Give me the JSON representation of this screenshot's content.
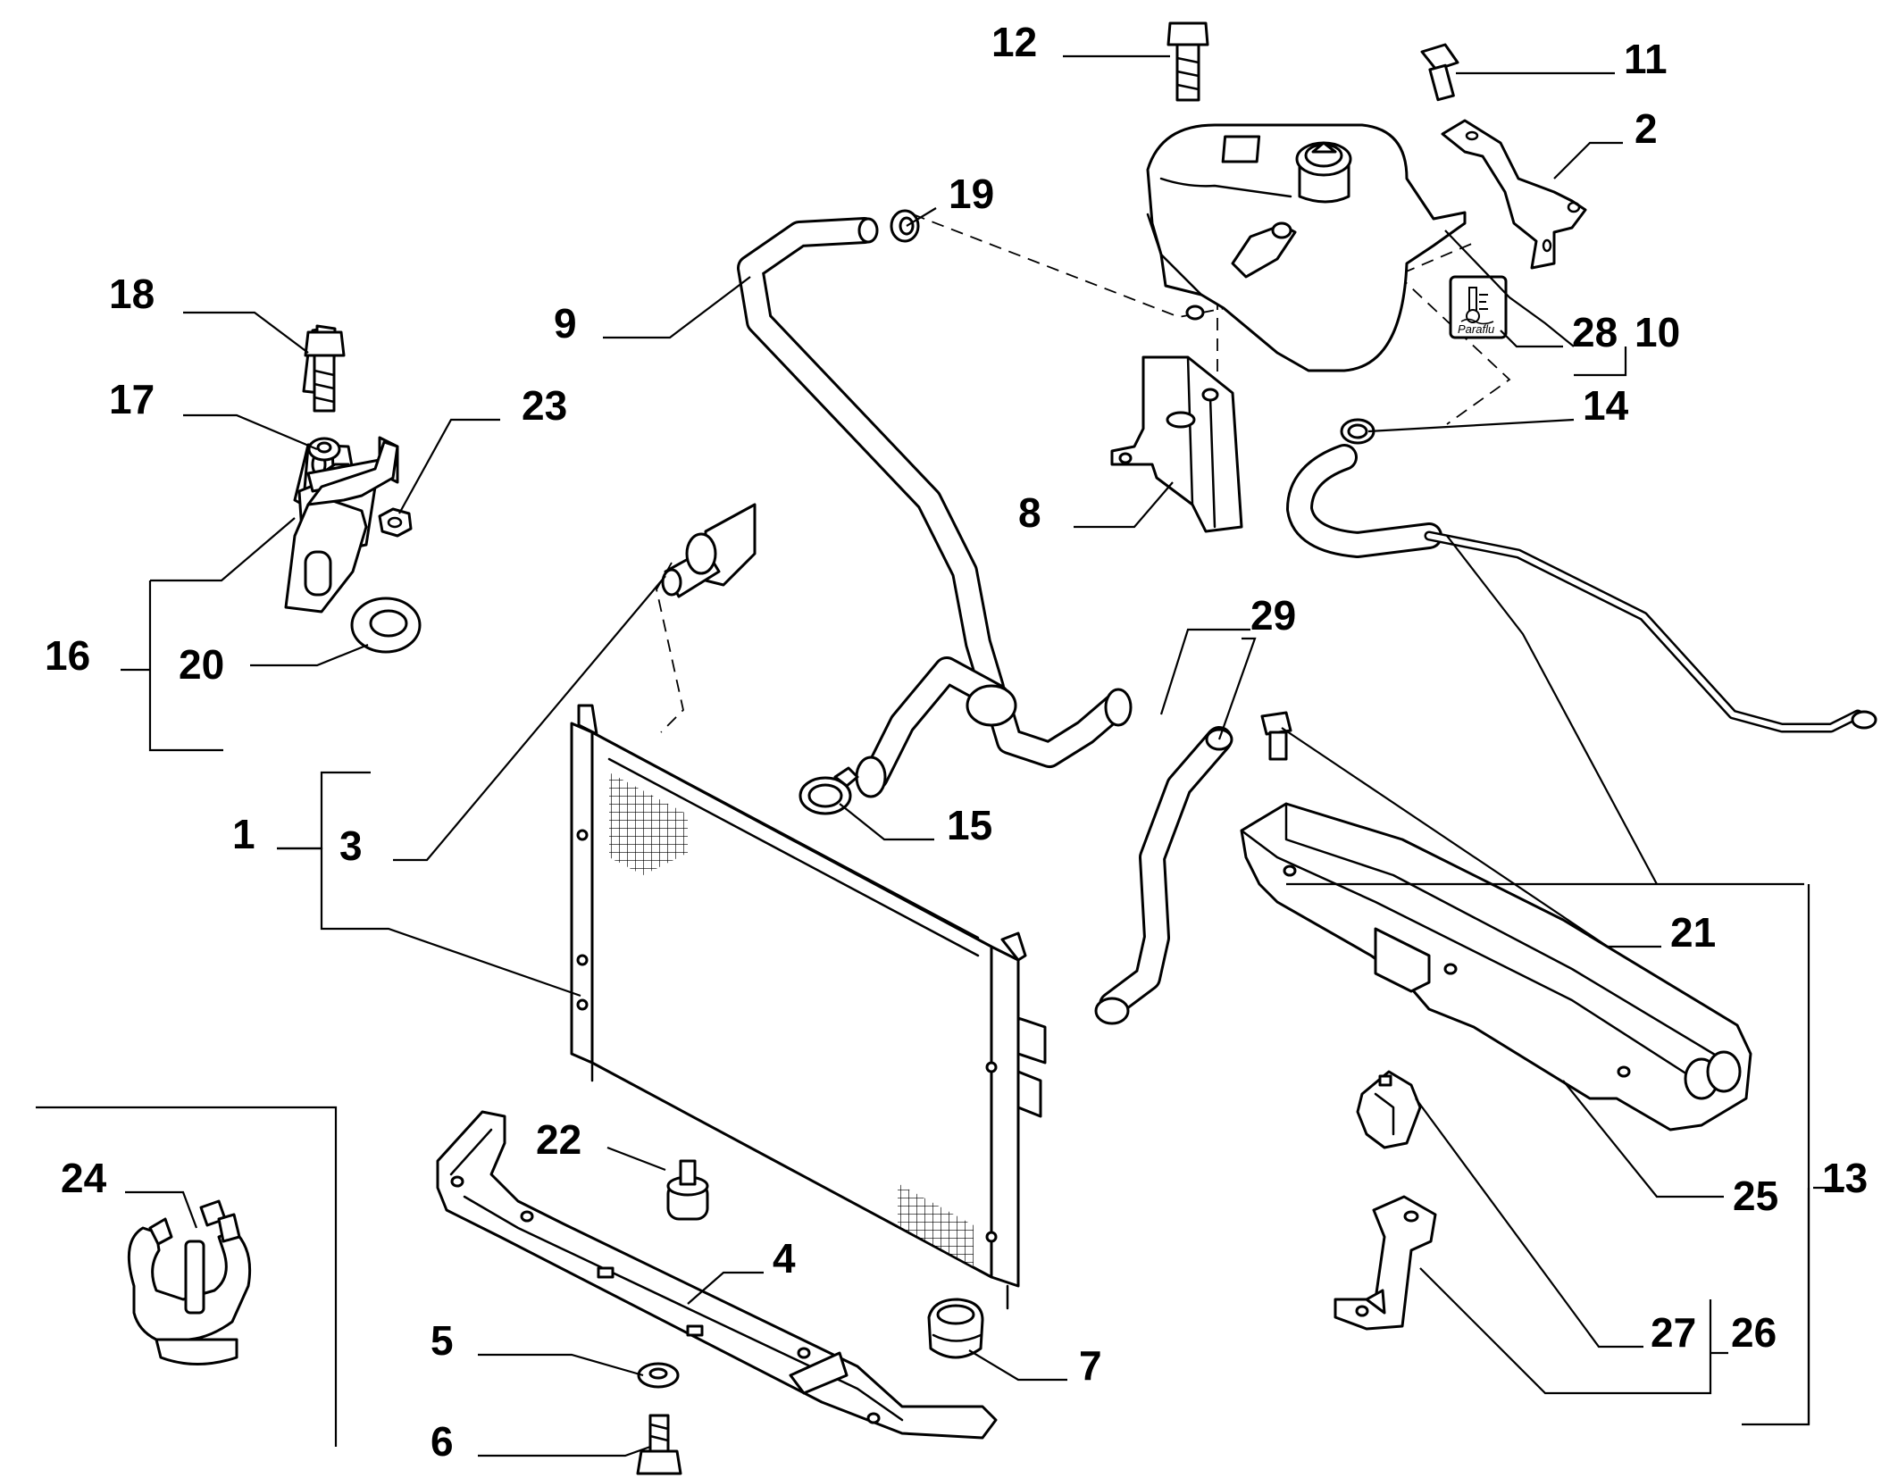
{
  "diagram": {
    "callouts": [
      {
        "id": "1",
        "label": "1"
      },
      {
        "id": "2",
        "label": "2"
      },
      {
        "id": "3",
        "label": "3"
      },
      {
        "id": "4",
        "label": "4"
      },
      {
        "id": "5",
        "label": "5"
      },
      {
        "id": "6",
        "label": "6"
      },
      {
        "id": "7",
        "label": "7"
      },
      {
        "id": "8",
        "label": "8"
      },
      {
        "id": "9",
        "label": "9"
      },
      {
        "id": "10",
        "label": "10"
      },
      {
        "id": "11",
        "label": "11"
      },
      {
        "id": "12",
        "label": "12"
      },
      {
        "id": "13",
        "label": "13"
      },
      {
        "id": "14",
        "label": "14"
      },
      {
        "id": "15",
        "label": "15"
      },
      {
        "id": "16",
        "label": "16"
      },
      {
        "id": "17",
        "label": "17"
      },
      {
        "id": "18",
        "label": "18"
      },
      {
        "id": "19",
        "label": "19"
      },
      {
        "id": "20",
        "label": "20"
      },
      {
        "id": "21",
        "label": "21"
      },
      {
        "id": "22",
        "label": "22"
      },
      {
        "id": "23",
        "label": "23"
      },
      {
        "id": "24",
        "label": "24"
      },
      {
        "id": "25",
        "label": "25"
      },
      {
        "id": "26",
        "label": "26"
      },
      {
        "id": "27",
        "label": "27"
      },
      {
        "id": "28",
        "label": "28"
      },
      {
        "id": "29",
        "label": "29"
      }
    ],
    "coolant_label_text": "Paraflu"
  }
}
